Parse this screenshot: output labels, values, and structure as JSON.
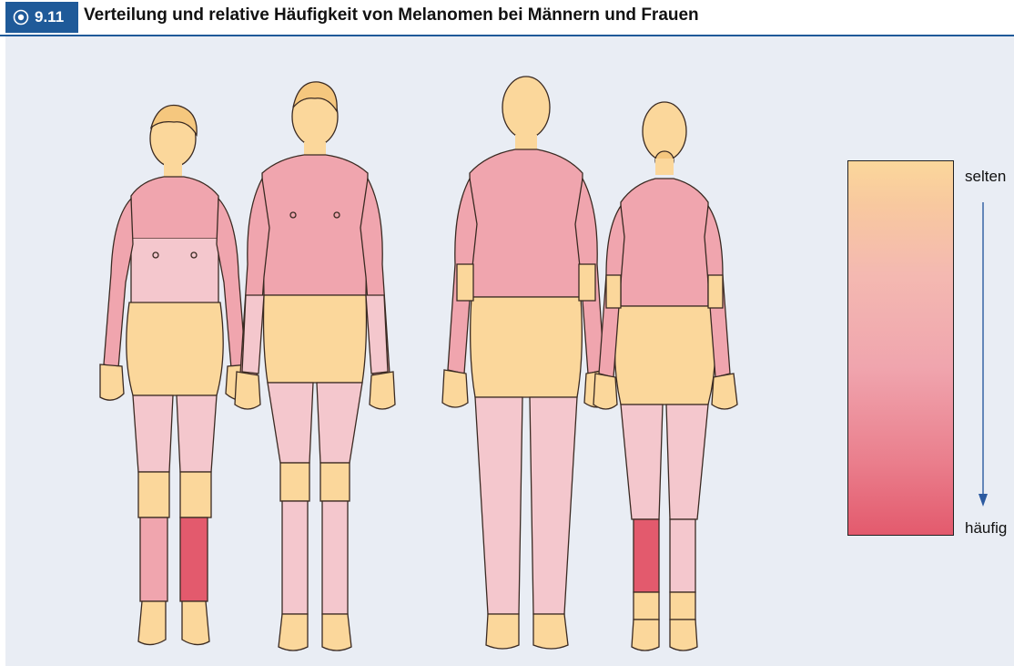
{
  "figure": {
    "number": "9.11",
    "title": "Verteilung und relative Häufigkeit von Melanomen bei Männern und Frauen"
  },
  "legend": {
    "top_label": "selten",
    "bottom_label": "häufig"
  },
  "colors": {
    "brand_blue": "#1f5a99",
    "panel_background": "#e9edf4",
    "rare_yellow": "#fbd79b",
    "light_pink": "#f4c7cd",
    "medium_pink": "#f0a5ae",
    "frequent_red": "#e35a6d"
  },
  "icons": {
    "badge": "target-icon"
  }
}
